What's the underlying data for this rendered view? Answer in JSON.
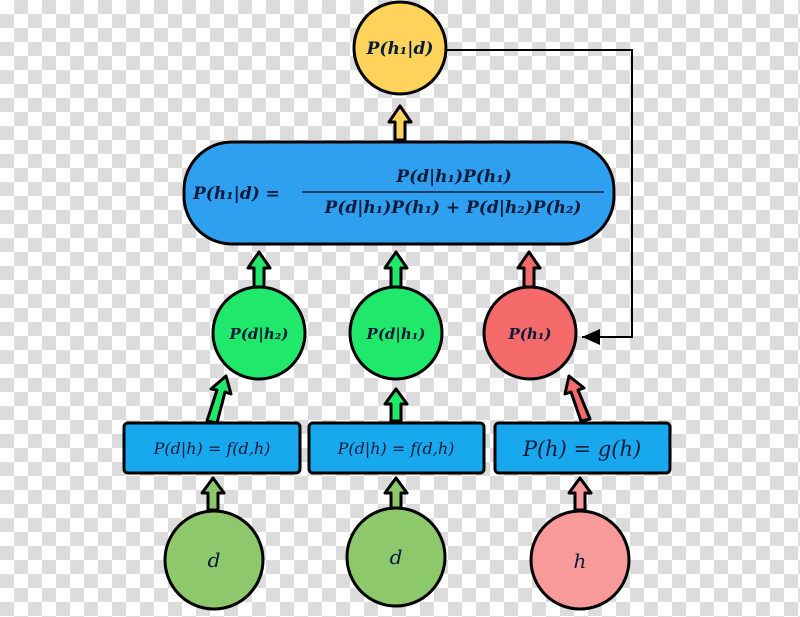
{
  "nodes": {
    "posterior": "P(h₁|d)",
    "bayes_lhs": "P(h₁|d) =",
    "bayes_num": "P(d|h₁)P(h₁)",
    "bayes_den": "P(d|h₁)P(h₁) + P(d|h₂)P(h₂)",
    "likelihood_h2": "P(d|h₂)",
    "likelihood_h1": "P(d|h₁)",
    "prior_h1": "P(h₁)",
    "model_f1": "P(d|h) = f(d,h)",
    "model_f2": "P(d|h) = f(d,h)",
    "model_g": "P(h) = g(h)",
    "data_1": "d",
    "data_2": "d",
    "hyp": "h"
  },
  "colors": {
    "yellow": "#fdd35c",
    "blue": "#2fa0ef",
    "box_blue": "#18a8ee",
    "green": "#1fe86a",
    "red": "#f56a6a",
    "olive_green": "#8dc86c",
    "pink": "#f89a9a"
  }
}
